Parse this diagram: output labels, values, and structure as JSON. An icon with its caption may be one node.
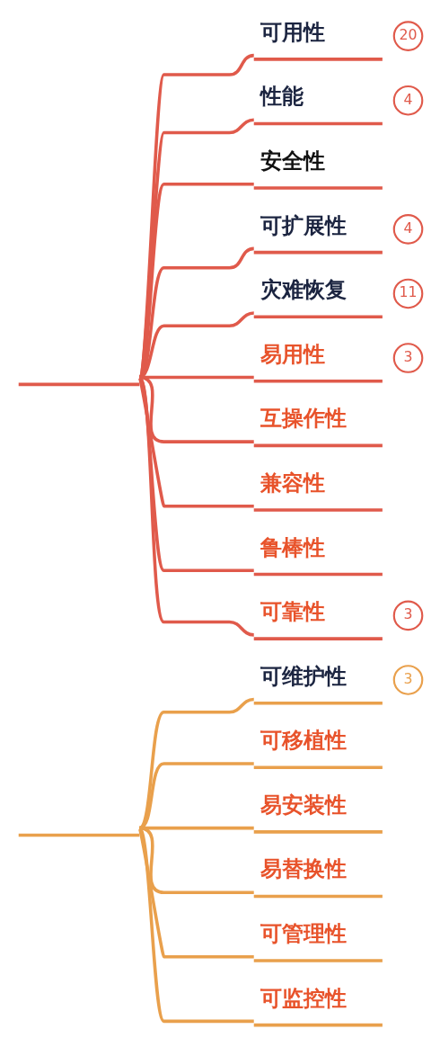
{
  "diagram": {
    "nodes": [
      {
        "text": [],
        "shape": "line"
      },
      {
        "text": [
          "可用性"
        ],
        "beside": [
          "20"
        ]
      },
      {
        "text": [
          "性能"
        ],
        "beside": [
          "4"
        ]
      },
      {
        "text": [
          "安全性"
        ]
      },
      {
        "text": [
          "可扩展性"
        ],
        "beside": [
          "4"
        ]
      },
      {
        "text": [
          "灾难恢复"
        ],
        "beside": [
          "11"
        ]
      },
      {
        "text": [
          "易用性"
        ],
        "beside": [
          "3"
        ]
      },
      {
        "text": [
          "互操作性"
        ]
      },
      {
        "text": [
          "兼容性"
        ]
      },
      {
        "text": [
          "鲁棒性"
        ]
      },
      {
        "text": [
          "可靠性"
        ],
        "beside": [
          "3"
        ]
      },
      {
        "text": [],
        "shape": "line"
      },
      {
        "text": [
          "可维护性"
        ],
        "beside": [
          "3"
        ]
      },
      {
        "text": [
          "可移植性"
        ]
      },
      {
        "text": [
          "易安装性"
        ]
      },
      {
        "text": [
          "易替换性"
        ]
      },
      {
        "text": [
          "可管理性"
        ]
      },
      {
        "text": [
          "可监控性"
        ]
      }
    ],
    "edges": [
      {
        "from": 0,
        "to": 1,
        "arrow": "none"
      },
      {
        "from": 0,
        "to": 2,
        "arrow": "none"
      },
      {
        "from": 0,
        "to": 3,
        "arrow": "none"
      },
      {
        "from": 0,
        "to": 4,
        "arrow": "none"
      },
      {
        "from": 0,
        "to": 5,
        "arrow": "none"
      },
      {
        "from": 0,
        "to": 6,
        "arrow": "none"
      },
      {
        "from": 0,
        "to": 7,
        "arrow": "none"
      },
      {
        "from": 0,
        "to": 8,
        "arrow": "none"
      },
      {
        "from": 0,
        "to": 9,
        "arrow": "none"
      },
      {
        "from": 0,
        "to": 10,
        "arrow": "none"
      },
      {
        "from": 11,
        "to": 12,
        "arrow": "none",
        "color": "#e9a04c"
      },
      {
        "from": 11,
        "to": 13,
        "arrow": "none",
        "color": "#e9a04c"
      },
      {
        "from": 11,
        "to": 14,
        "arrow": "none",
        "color": "#e9a04c"
      },
      {
        "from": 11,
        "to": 15,
        "arrow": "none",
        "color": "#e9a04c"
      },
      {
        "from": 11,
        "to": 16,
        "arrow": "none",
        "color": "#e9a04c"
      },
      {
        "from": 11,
        "to": 17,
        "arrow": "none",
        "color": "#e9a04c"
      }
    ]
  }
}
